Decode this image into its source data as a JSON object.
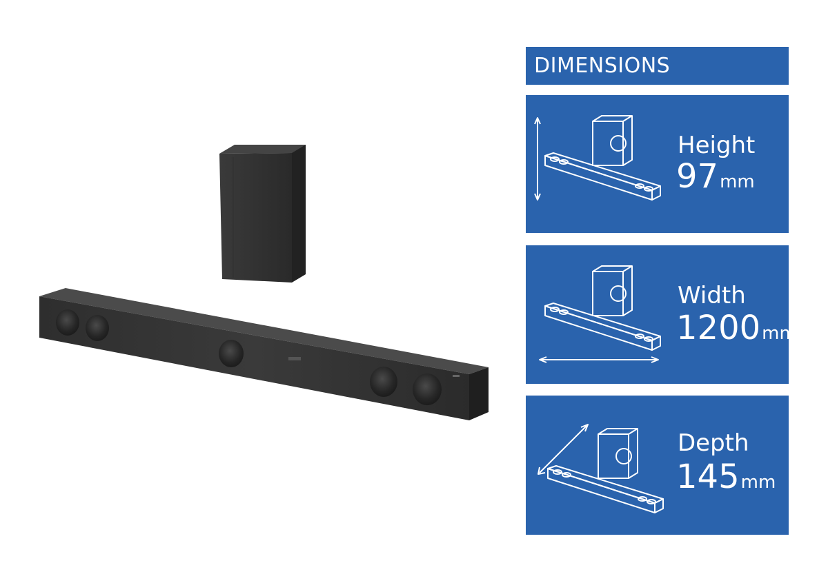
{
  "dimensions": {
    "title": "DIMENSIONS",
    "height": {
      "label": "Height",
      "value": "97",
      "unit": "mm"
    },
    "width": {
      "label": "Width",
      "value": "1200",
      "unit": "mm"
    },
    "depth": {
      "label": "Depth",
      "value": "145",
      "unit": "mm"
    }
  },
  "colors": {
    "panel": "#2a63ad",
    "text": "#ffffff"
  },
  "icons": [
    "subwoofer-icon",
    "soundbar-icon",
    "height-arrow-icon",
    "width-arrow-icon",
    "depth-arrow-icon"
  ]
}
